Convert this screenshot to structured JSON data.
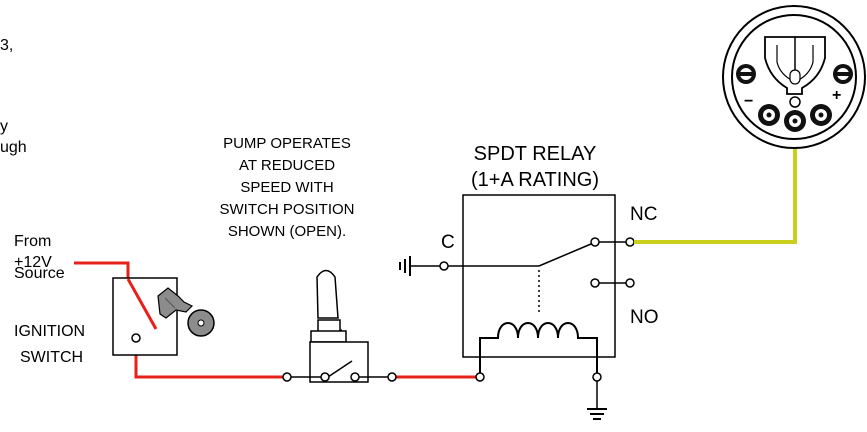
{
  "fragments": [
    "3,",
    "y",
    "ugh"
  ],
  "pump_note": [
    "PUMP OPERATES",
    "AT REDUCED",
    "SPEED WITH",
    "SWITCH POSITION",
    "SHOWN (OPEN)."
  ],
  "relay": {
    "title": "SPDT RELAY",
    "rating": "(1+A RATING)"
  },
  "terminals": {
    "nc": "NC",
    "no": "NO",
    "c": "C"
  },
  "source": {
    "from": "From",
    "voltage": "+12V",
    "source": "Source"
  },
  "ignition": {
    "line1": "IGNITION",
    "line2": "SWITCH"
  },
  "gauge_marks": {
    "minus": "−",
    "plus": "+"
  },
  "colors": {
    "red_wire": "#e8201a",
    "yellow_wire": "#c9cf1b",
    "line": "#000000"
  }
}
